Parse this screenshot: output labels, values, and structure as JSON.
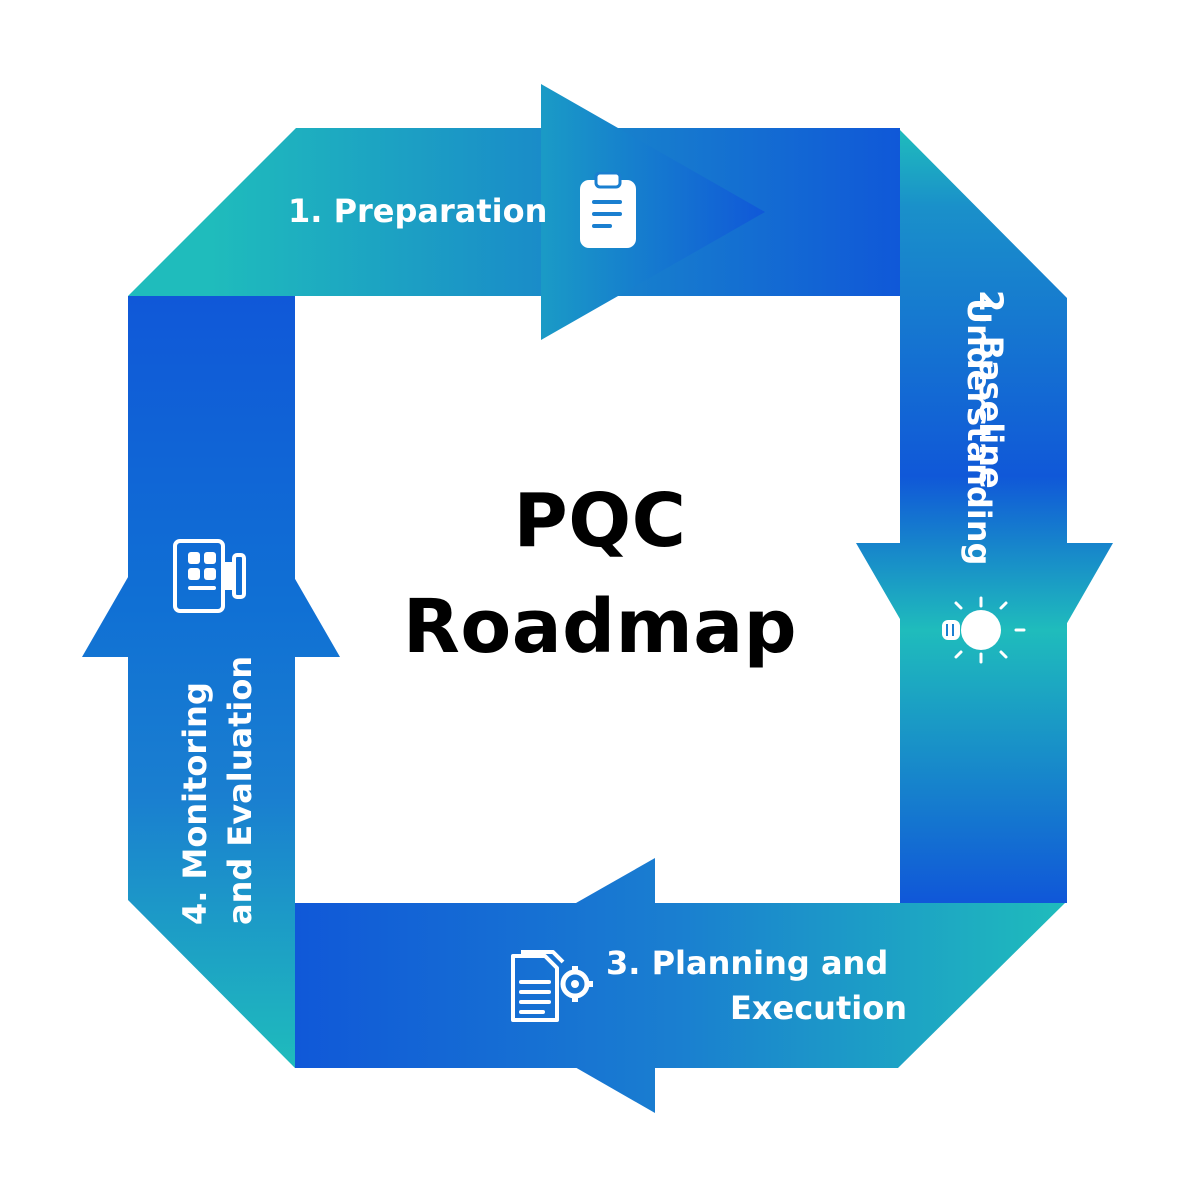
{
  "title": {
    "line1": "PQC",
    "line2": "Roadmap"
  },
  "steps": [
    {
      "label": "1. Preparation",
      "icon": "clipboard-icon"
    },
    {
      "line1": "2. Baseline",
      "line2": "Understanding",
      "icon": "lightbulb-icon"
    },
    {
      "line1": "3. Planning and",
      "line2": "Execution",
      "icon": "document-gear-icon"
    },
    {
      "line1": "4. Monitoring",
      "line2": "and Evaluation",
      "icon": "dashboard-monitor-icon"
    }
  ],
  "colors": {
    "teal": "#1fbcbc",
    "blue": "#1058d8",
    "mid": "#1a86cc",
    "text": "#ffffff",
    "title": "#000000"
  }
}
